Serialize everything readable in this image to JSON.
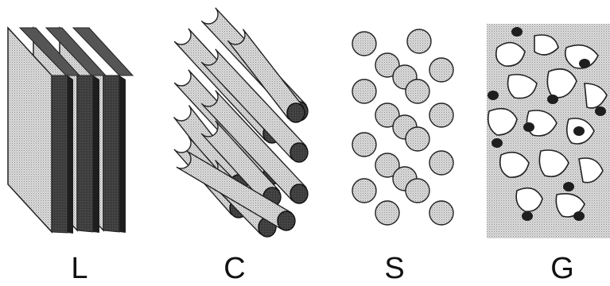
{
  "panels": [
    {
      "id": "lamellar",
      "label": "L"
    },
    {
      "id": "cylinders",
      "label": "C"
    },
    {
      "id": "spheres",
      "label": "S"
    },
    {
      "id": "gyroid",
      "label": "G"
    }
  ],
  "colors": {
    "outline": "#222222",
    "fill_light": "#d0d0d0",
    "fill_face": "#bdbdbd",
    "fill_dark": "#3a3a3a",
    "cap_dark": "#2a2a2a"
  }
}
